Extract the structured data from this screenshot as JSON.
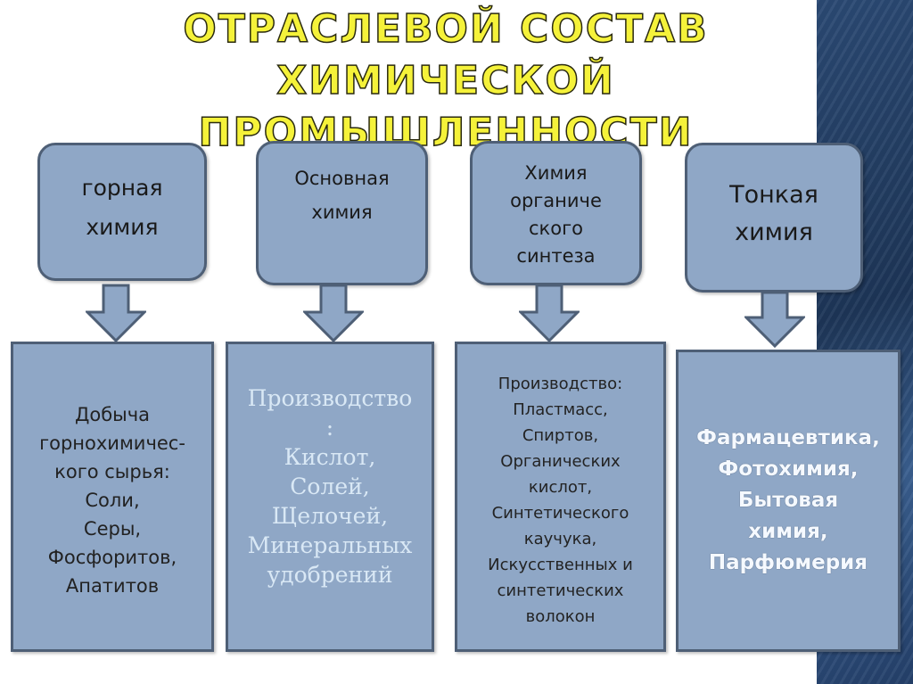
{
  "title": {
    "line1": "Отраслевой состав",
    "line2": "химической промышленности"
  },
  "categories": [
    {
      "name": "горная\nхимия",
      "products": "Добыча\nгорнохимичес-\nкого сырья:\nСоли,\nСеры,\nФосфоритов,\nАпатитов"
    },
    {
      "name": "Основная\nхимия",
      "products": "Производство\n:\nКислот,\nСолей,\nЩелочей,\nМинеральных\nудобрений"
    },
    {
      "name": "Химия\nорганиче\nского\nсинтеза",
      "products": "Производство:\nПластмасс,\nСпиртов,\nОрганических\nкислот,\nСинтетического\nкаучука,\nИскусственных и\nсинтетических\nволокон"
    },
    {
      "name": "Тонкая\nхимия",
      "products": "Фармацевтика,\nФотохимия,\nБытовая\nхимия,\nПарфюмерия"
    }
  ],
  "colors": {
    "box_fill": "#8fa7c6",
    "box_border": "#4e5f76",
    "title": "#f5f23a",
    "side_strip": "#1d3557"
  }
}
